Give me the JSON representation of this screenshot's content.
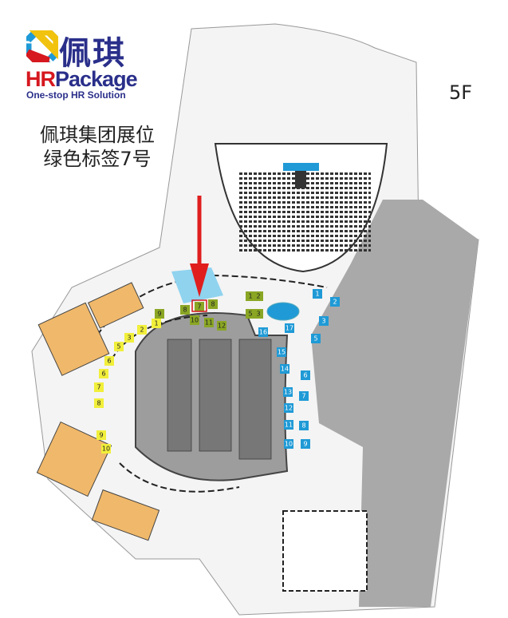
{
  "logo": {
    "brand_cn": "佩琪",
    "brand_hr": "HR",
    "brand_rest": "Package",
    "tagline": "One-stop HR Solution"
  },
  "note": {
    "line1": "佩琪集团展位",
    "line2": "绿色标签7号"
  },
  "floor_label": "5F",
  "colors": {
    "green_booth": "#8aa624",
    "yellow_booth": "#f1ef3a",
    "blue_booth": "#1f9ad6",
    "highlight": "#d6181f",
    "room": "#f0b86a",
    "arrow": "#e01e1e"
  },
  "booths": {
    "green": [
      "9",
      "8",
      "7",
      "8",
      "10",
      "11",
      "12",
      "1",
      "2",
      "5",
      "3"
    ],
    "yellow": [
      "1",
      "2",
      "3",
      "5",
      "6",
      "6",
      "7",
      "8",
      "9",
      "10"
    ],
    "blue": [
      "1",
      "2",
      "3",
      "5",
      "6",
      "7",
      "8",
      "9",
      "10",
      "11",
      "12",
      "13",
      "14",
      "15",
      "16",
      "17"
    ]
  },
  "highlighted_booth": "7"
}
